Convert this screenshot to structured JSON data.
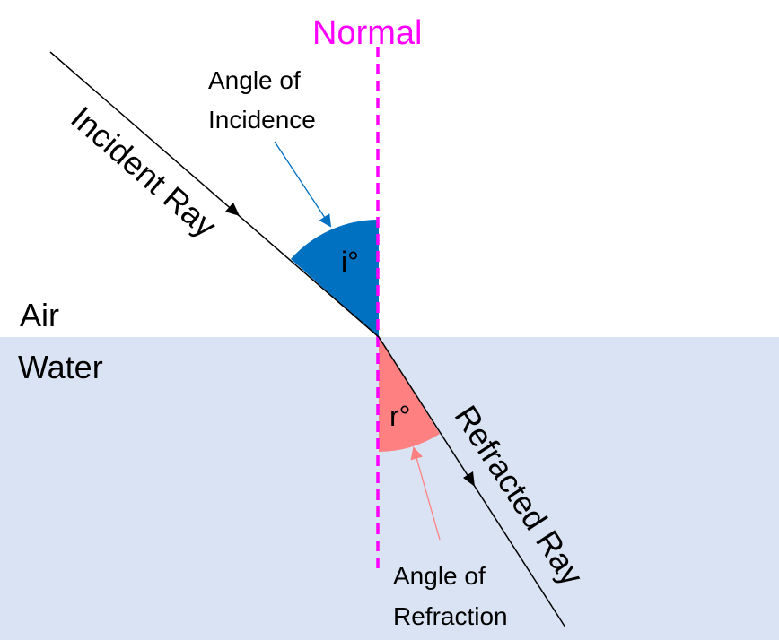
{
  "labels": {
    "normal": "Normal",
    "air": "Air",
    "water": "Water",
    "incident_ray": "Incident Ray",
    "refracted_ray": "Refracted Ray",
    "angle_of_incidence": [
      "Angle of",
      "Incidence"
    ],
    "angle_of_refraction": [
      "Angle of",
      "Refraction"
    ],
    "incidence_symbol": "i°",
    "refraction_symbol": "r°"
  },
  "colors": {
    "normal": "#ff00ff",
    "water": "#dae3f3",
    "incidence_angle_fill": "#0070c0",
    "refraction_angle_fill": "#ff8080",
    "incidence_pointer": "#0070c0",
    "refraction_pointer": "#ff8080",
    "ray": "#000000"
  }
}
